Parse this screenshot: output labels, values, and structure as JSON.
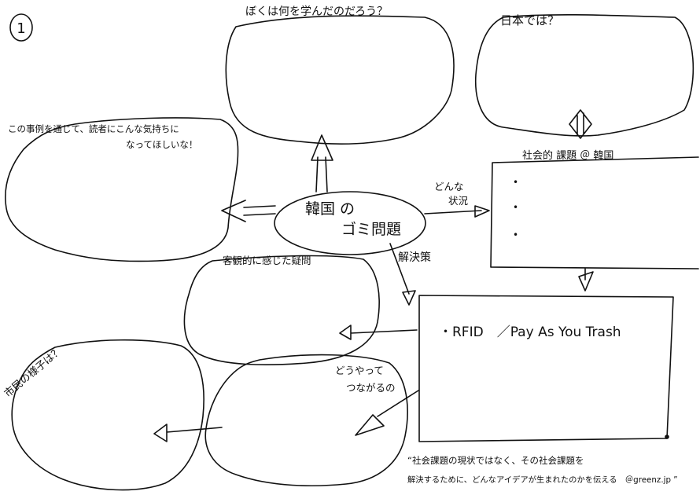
{
  "page": {
    "number": "1",
    "ink_color": "#111111",
    "paper_color": "#ffffff"
  },
  "center": {
    "line1": "韓国 の",
    "line2": "ゴミ問題"
  },
  "bubbles": {
    "top_question": "ぼくは何を学んだのだろう？",
    "japan_question": "日本では？",
    "left_note_line1": "この事例を通じて、読者にこんな気持ちに",
    "left_note_line2": "なってほしいな！",
    "doubt_label": "客観的に感じた疑問",
    "citizen_label": "市民の様子は？",
    "how_line1": "どうやって",
    "how_line2": "つながるの"
  },
  "arrows": {
    "situation_line1": "どんな",
    "situation_line2": "状況",
    "solution": "解決策"
  },
  "box_issue": {
    "header": "社会的 課題 ＠ 韓国",
    "bullets": [
      "•",
      "•",
      "•"
    ]
  },
  "box_solution": {
    "text": "・RFID　／Pay As You Trash"
  },
  "footer": {
    "line1": "“社会課題の現状ではなく、その社会課題を",
    "line2": "解決するために、どんなアイデアが生まれたのかを伝える　＠greenz.jp ”"
  }
}
